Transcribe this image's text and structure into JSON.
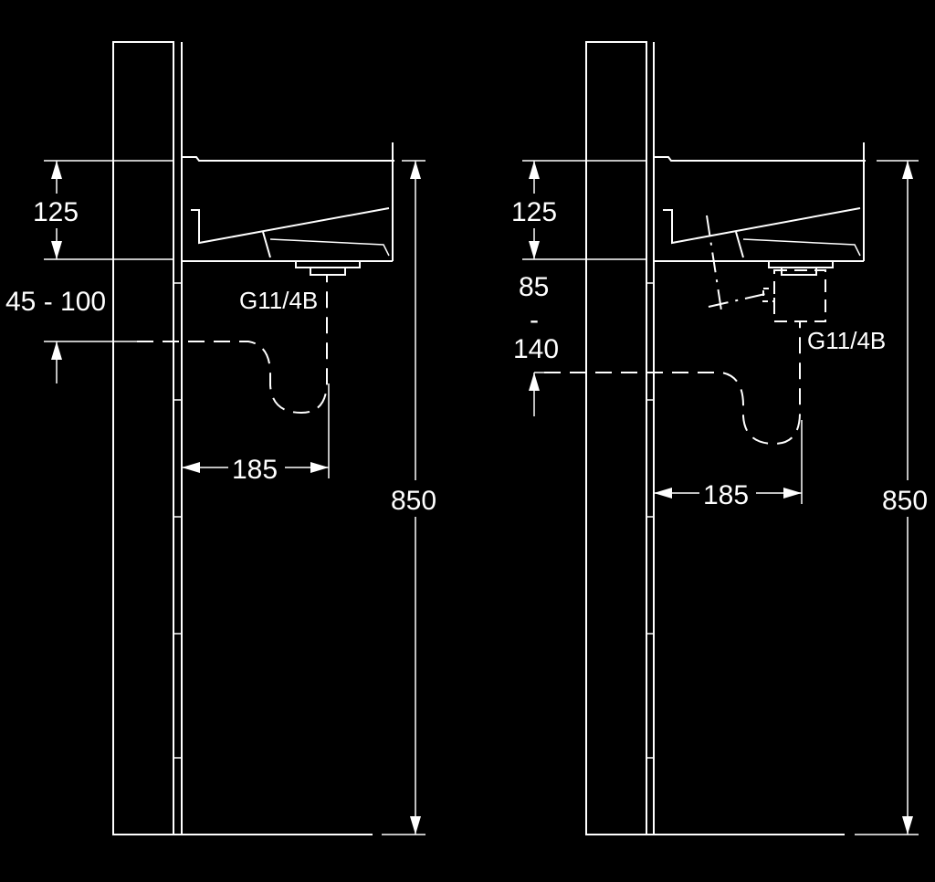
{
  "colors": {
    "background": "#000000",
    "line": "#ffffff"
  },
  "left_view": {
    "dim_overflow_height": "125",
    "dim_trap_height": "45 - 100",
    "thread_label": "G11/4B",
    "dim_wall_to_trap": "185",
    "dim_total_height": "850"
  },
  "right_view": {
    "dim_overflow_height": "125",
    "dim_trap_height_top": "85",
    "dim_trap_height_dash": "-",
    "dim_trap_height_bottom": "140",
    "thread_label": "G11/4B",
    "dim_wall_to_trap": "185",
    "dim_total_height": "850"
  }
}
